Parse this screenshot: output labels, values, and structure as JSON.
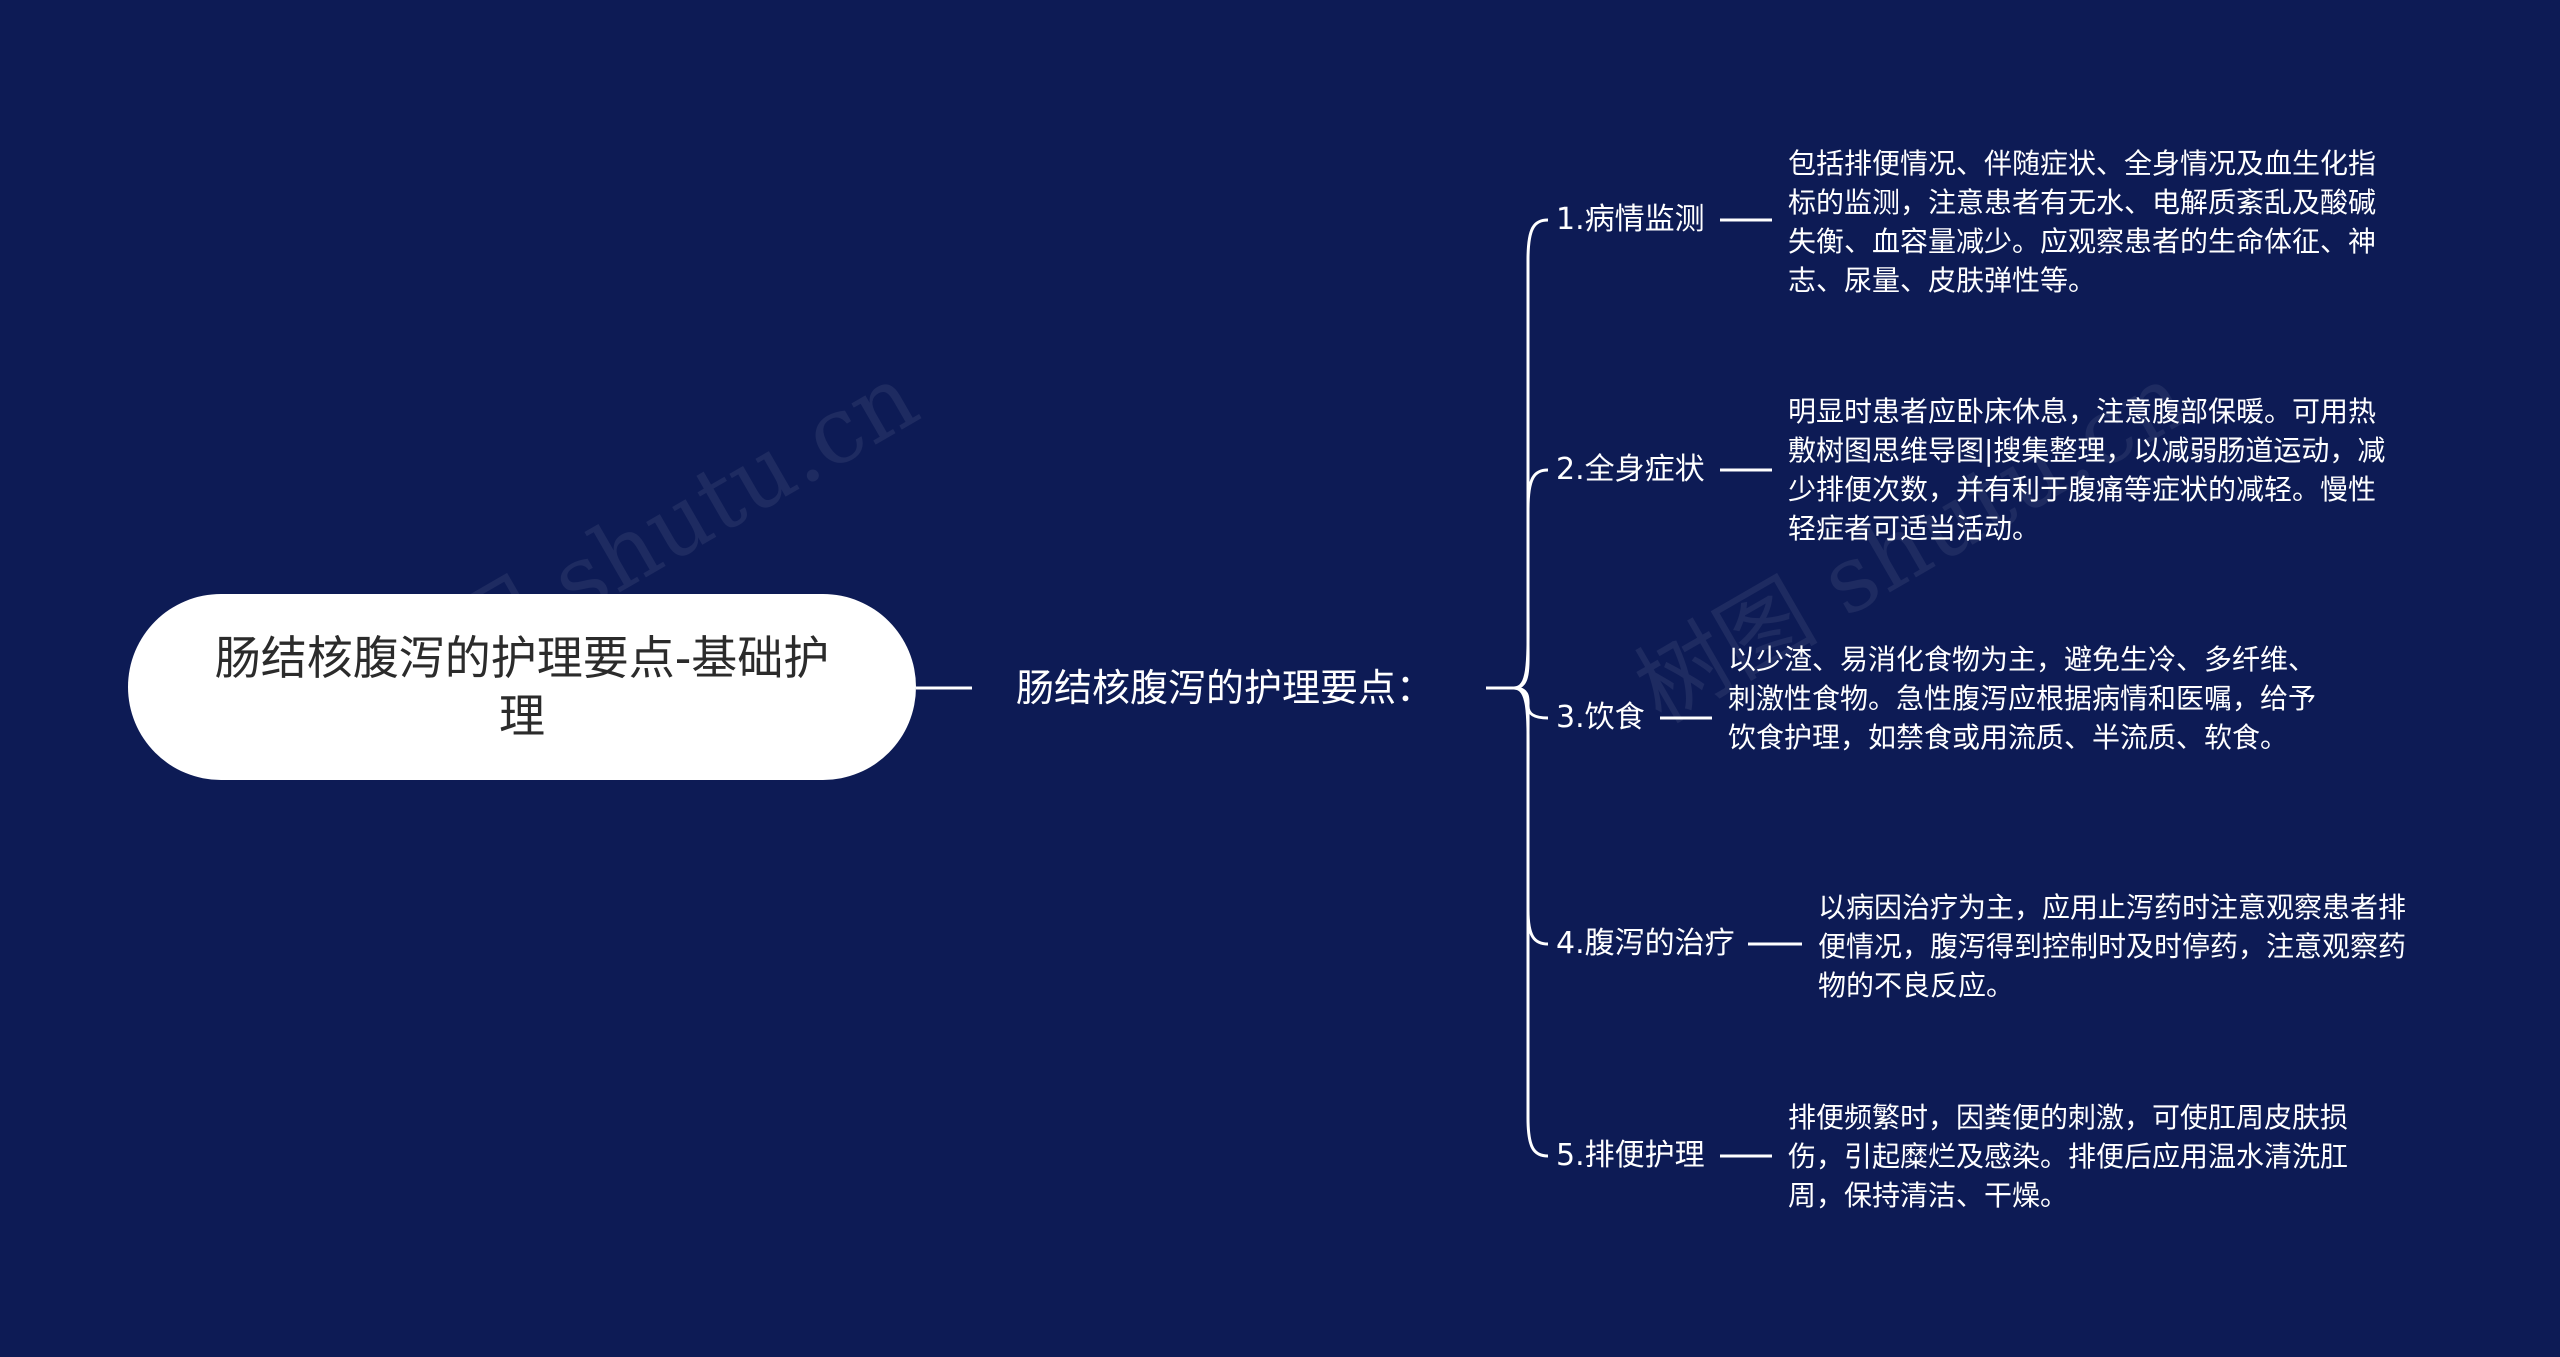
{
  "root": {
    "title": "肠结核腹泻的护理要点-基础护理"
  },
  "topic": {
    "label": "肠结核腹泻的护理要点："
  },
  "branches": [
    {
      "label": "1.病情监测",
      "detail": "包括排便情况、伴随症状、全身情况及血生化指标的监测，注意患者有无水、电解质紊乱及酸碱失衡、血容量减少。应观察患者的生命体征、神志、尿量、皮肤弹性等。"
    },
    {
      "label": "2.全身症状",
      "detail": "明显时患者应卧床休息，注意腹部保暖。可用热敷树图思维导图|搜集整理，以减弱肠道运动，减少排便次数，并有利于腹痛等症状的减轻。慢性轻症者可适当活动。"
    },
    {
      "label": "3.饮食",
      "detail": "以少渣、易消化食物为主，避免生冷、多纤维、刺激性食物。急性腹泻应根据病情和医嘱，给予饮食护理，如禁食或用流质、半流质、软食。"
    },
    {
      "label": "4.腹泻的治疗",
      "detail": "以病因治疗为主，应用止泻药时注意观察患者排便情况，腹泻得到控制时及时停药，注意观察药物的不良反应。"
    },
    {
      "label": "5.排便护理",
      "detail": "排便频繁时，因粪便的刺激，可使肛周皮肤损伤，引起糜烂及感染。排便后应用温水清洗肛周，保持清洁、干燥。"
    }
  ],
  "watermark": {
    "text": "树图 shutu.cn"
  },
  "colors": {
    "background": "#0d1b55",
    "line": "#ffffff",
    "root_fill": "#ffffff",
    "root_text": "#2b2b2b",
    "text": "#ffffff"
  }
}
